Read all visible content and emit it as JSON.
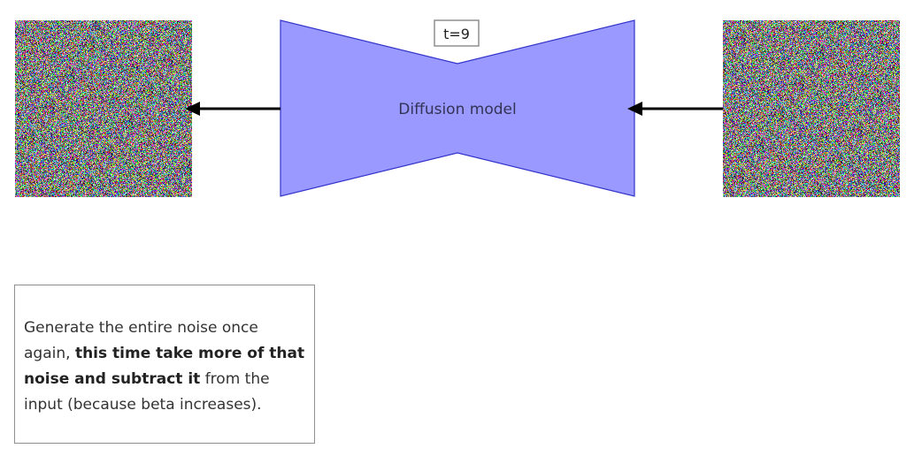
{
  "timestep": {
    "label": "t=9"
  },
  "model": {
    "label": "Diffusion model",
    "fill_color": "#9999ff",
    "stroke_color": "#3333cc"
  },
  "arrows": {
    "color": "#000000"
  },
  "note": {
    "part1": "Generate the entire noise once again, ",
    "part2_bold": "this time take more of that noise and subtract it",
    "part3": " from the input (because beta increases)."
  }
}
